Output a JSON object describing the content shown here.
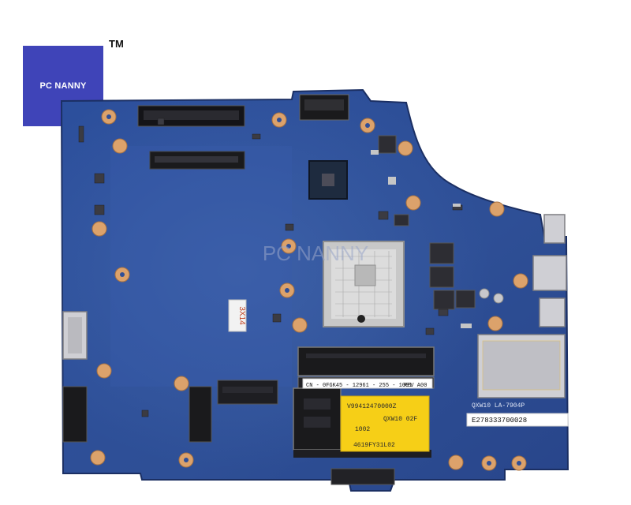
{
  "logo": {
    "text": "PC NANNY",
    "trademark": "TM"
  },
  "watermark": "PC NANNY",
  "board": {
    "model_label": "QXW10 LA-7904P",
    "serial_label": "E278333700028",
    "cn_label": "CN - 0FGK45 - 12961 - 255 - 1001",
    "rev_label": "REV A00",
    "sticker": {
      "line1": "V99412470000Z",
      "line2": "QXW10 02F",
      "line3": "1002",
      "line4": "4619FY31L02"
    },
    "handwritten": "3X14"
  },
  "colors": {
    "pcb": "#2f4f98",
    "pcb_dark": "#23407f",
    "pad": "#d9a06a",
    "logo_bg": "#3f44b8",
    "sticker": "#f6cf17"
  }
}
